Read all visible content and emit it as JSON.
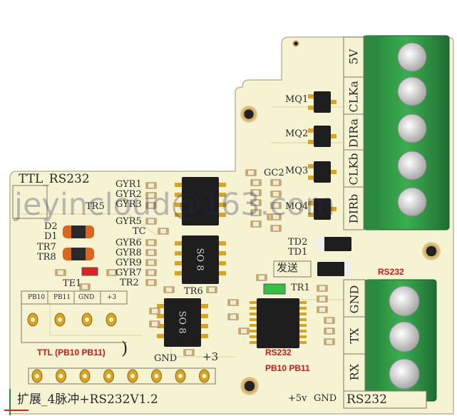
{
  "board": {
    "title": "扩展_4脉冲+RS232V1.2",
    "ttl_header": "TTL_RS232",
    "rs232_box": "RS232"
  },
  "colors": {
    "board": "#f6f3d2",
    "terminal_green": "#2f9a45",
    "chip": "#1e1e1e",
    "pin_gold": "#d9a521",
    "pad": "#c9a96a",
    "text_red": "#d01818"
  },
  "top_terminal": [
    "5V",
    "CLKa",
    "DIRa",
    "CLKb",
    "DIRb"
  ],
  "bottom_terminal": {
    "header": "RS232",
    "pins": [
      "GND",
      "TX",
      "RX"
    ]
  },
  "mosfets": [
    "MQ1",
    "MQ2",
    "MQ3",
    "MQ4"
  ],
  "gyr_top": [
    "GYR1",
    "GYR2",
    "GYR3",
    "GYR5"
  ],
  "gyr_bottom": [
    "GYR6",
    "GYR8",
    "GYR9",
    "GYR7",
    "TR2"
  ],
  "left_labels": [
    "D2",
    "D1",
    "TR7",
    "TR8",
    "TE1",
    "TR5"
  ],
  "left_header": [
    "PB10",
    "PB11",
    "GND",
    "+3"
  ],
  "misc": {
    "gc2": "GC2",
    "tc": "TC",
    "tr6": "TR6",
    "td2": "TD2",
    "td1": "TD1",
    "tr1": "TR1",
    "send": "发送",
    "gnd": "GND",
    "plus3": "+3",
    "plus5": "+5v",
    "gnd2": "GND"
  },
  "chips": {
    "so8": "SO 8"
  },
  "red_notes": {
    "ttl": "TTL (PB10 PB11)",
    "rs232": "RS232",
    "pb": "PB10 PB11",
    "rs232_label": "RS232"
  },
  "watermark": "jeyincloud@163.com"
}
